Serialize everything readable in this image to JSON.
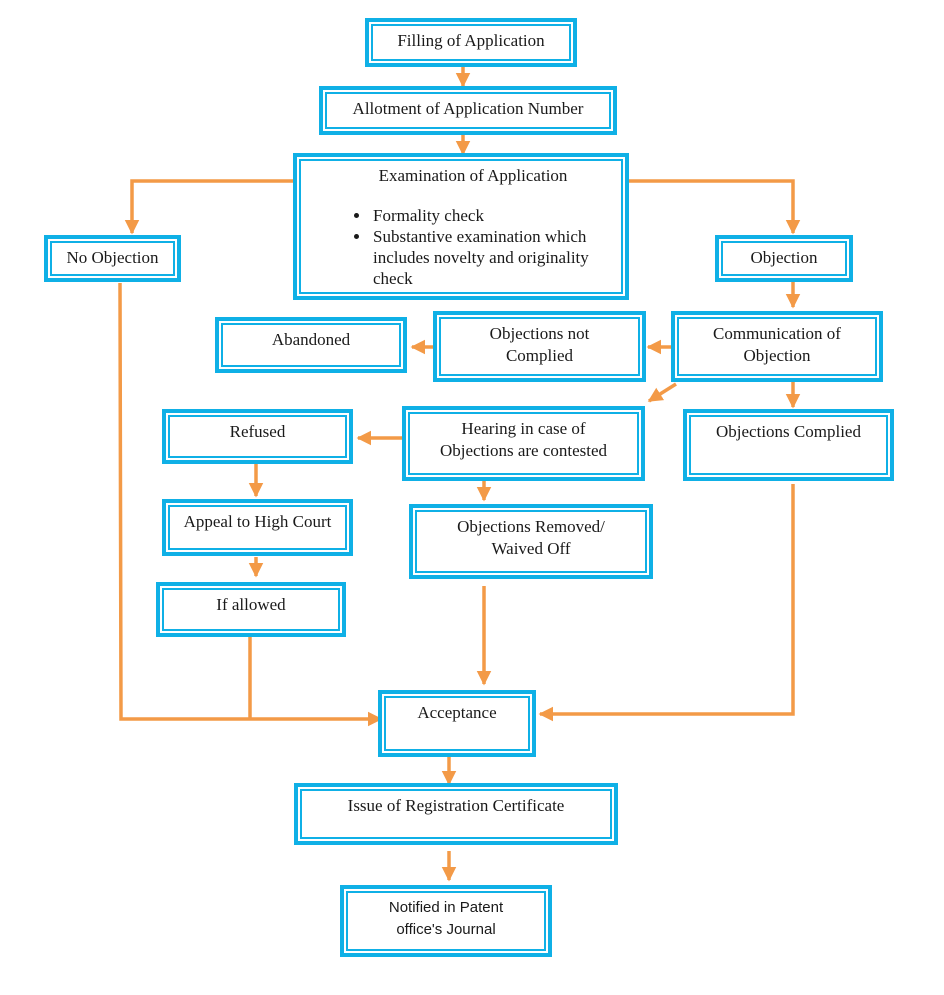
{
  "colors": {
    "box_border": "#0fb0e6",
    "arrow": "#f39a47"
  },
  "nodes": {
    "filing": "Filling of Application",
    "allotment": "Allotment of Application Number",
    "examination": {
      "title": "Examination of Application",
      "items": [
        "Formality check",
        "Substantive examination which includes novelty and originality check"
      ]
    },
    "no_objection": "No Objection",
    "objection": "Objection",
    "abandoned": "Abandoned",
    "objections_not_complied": [
      "Objections not",
      "Complied"
    ],
    "communication": [
      "Communication of",
      "Objection"
    ],
    "refused": "Refused",
    "hearing": [
      "Hearing in case of",
      "Objections are contested"
    ],
    "objections_complied": "Objections Complied",
    "appeal": "Appeal to High Court",
    "objections_removed": [
      "Objections Removed/",
      "Waived Off"
    ],
    "if_allowed": "If allowed",
    "acceptance": "Acceptance",
    "issue": "Issue of Registration Certificate",
    "notified": [
      "Notified in Patent",
      "office's Journal"
    ]
  }
}
